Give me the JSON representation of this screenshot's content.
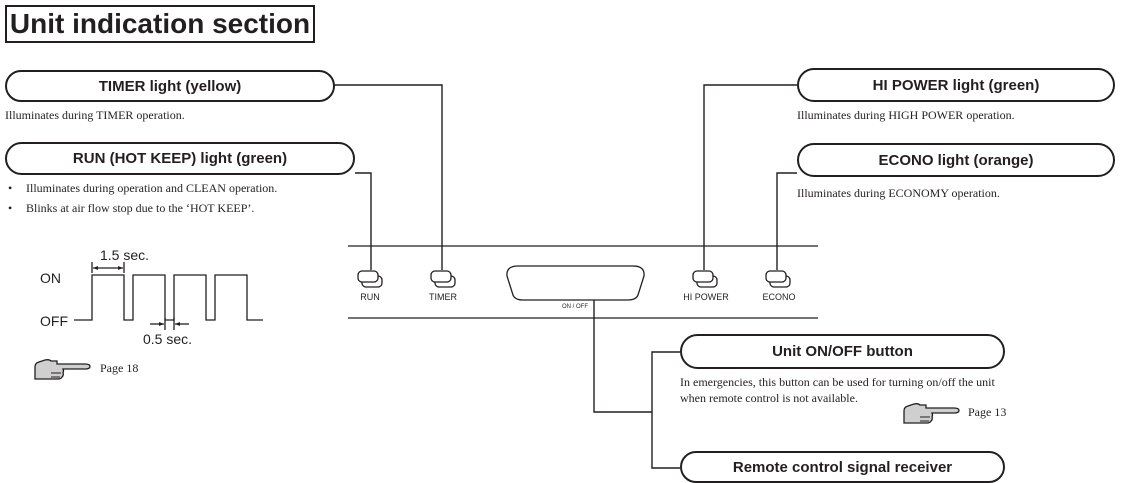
{
  "section_title": "Unit indication section",
  "callouts": {
    "timer": {
      "title": "TIMER light (yellow)",
      "desc": "Illuminates during TIMER operation."
    },
    "run": {
      "title": "RUN (HOT KEEP) light (green)",
      "bullets": [
        "Illuminates during operation and CLEAN operation.",
        "Blinks at air flow stop due to the ‘HOT KEEP’."
      ]
    },
    "hipower": {
      "title": "HI POWER light (green)",
      "desc": "Illuminates during HIGH POWER operation."
    },
    "econo": {
      "title": "ECONO light (orange)",
      "desc": "Illuminates during ECONOMY operation."
    },
    "onoff": {
      "title": "Unit ON/OFF button",
      "desc_line1": "In emergencies, this button can be used for turning on/off the unit",
      "desc_line2": "when remote control is not available.",
      "page_ref": "Page 13"
    },
    "receiver": {
      "title": "Remote control signal receiver"
    }
  },
  "panel": {
    "run": "RUN",
    "timer": "TIMER",
    "onoff": "ON / OFF",
    "hipower": "HI POWER",
    "econo": "ECONO"
  },
  "waveform": {
    "on_label": "ON",
    "off_label": "OFF",
    "period_label": "1.5 sec.",
    "gap_label": "0.5 sec."
  },
  "page_refs": {
    "run": "Page 18"
  },
  "icons": {
    "pointer": "pointing-hand-icon"
  }
}
